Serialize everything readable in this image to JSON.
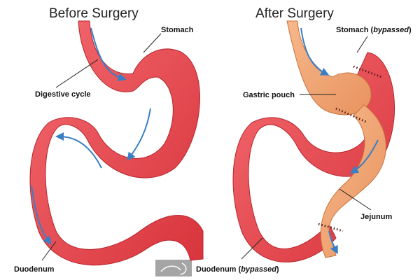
{
  "panels": {
    "before": {
      "title": "Before Surgery",
      "labels": {
        "stomach": "Stomach",
        "digestive": "Digestive cycle",
        "duodenum": "Duodenum"
      }
    },
    "after": {
      "title": "After Surgery",
      "labels": {
        "stomach_prefix": "Stomach (",
        "stomach_italic": "bypassed",
        "stomach_suffix": ")",
        "pouch": "Gastric pouch",
        "jejunum": "Jejunum",
        "duodenum_prefix": "Duodenum (",
        "duodenum_italic": "bypassed",
        "duodenum_suffix": ")"
      }
    }
  },
  "colors": {
    "organ": "#e8434a",
    "organ_light": "#f47a7f",
    "bypass": "#f0a070",
    "arrow": "#3a7fc4"
  }
}
